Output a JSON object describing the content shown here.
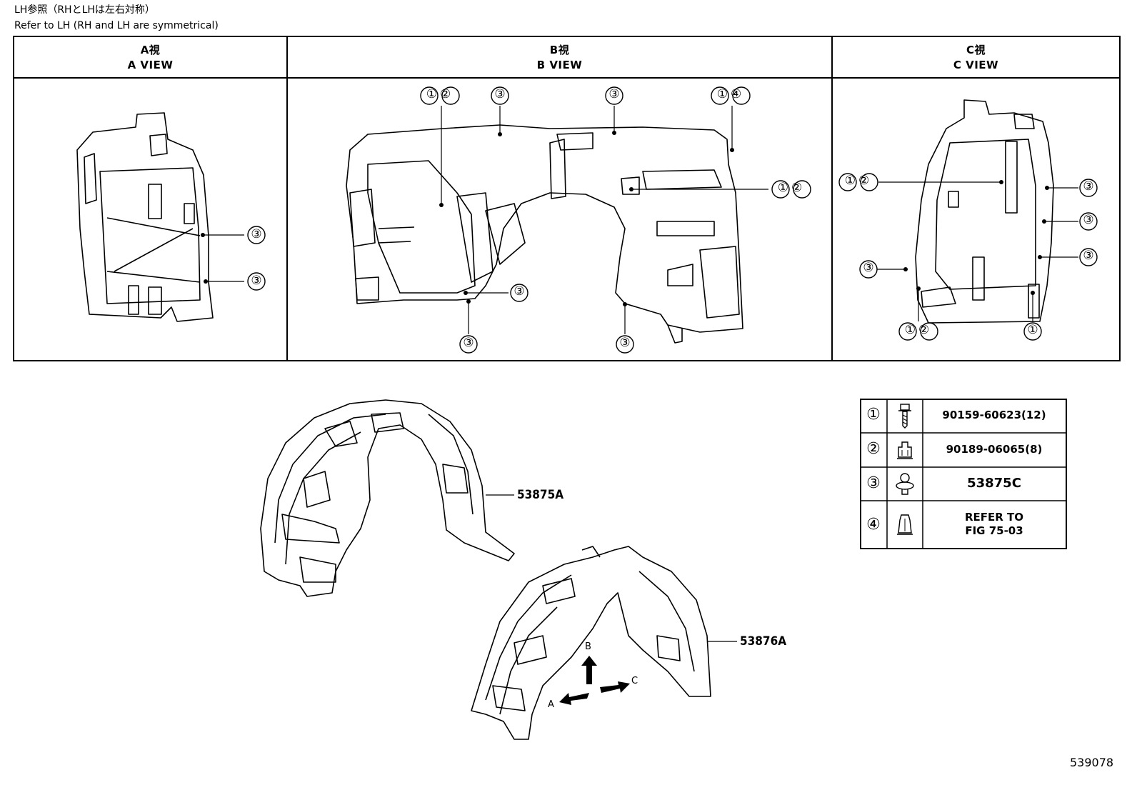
{
  "header": {
    "line1": "LH参照（RHとLHは左右対称）",
    "line2": "Refer to LH (RH and LH are symmetrical)"
  },
  "views": [
    {
      "jp": "A視",
      "en": "A VIEW"
    },
    {
      "jp": "B視",
      "en": "B VIEW"
    },
    {
      "jp": "C視",
      "en": "C VIEW"
    }
  ],
  "callouts": {
    "a": [
      "③",
      "③"
    ],
    "b": [
      "①②",
      "③",
      "③",
      "①④",
      "①②",
      "③",
      "③",
      "③"
    ],
    "c": [
      "①②",
      "③",
      "③",
      "③",
      "③",
      "①②",
      "①"
    ]
  },
  "parts": {
    "p1": "53875A",
    "p2": "53876A"
  },
  "arrows": {
    "b": "B",
    "a": "A",
    "c": "C"
  },
  "legend": [
    {
      "num": "①",
      "icon": "bolt-icon",
      "text": "90159-60623(12)"
    },
    {
      "num": "②",
      "icon": "nut-icon",
      "text": "90189-06065(8)"
    },
    {
      "num": "③",
      "icon": "clip-icon",
      "text": "53875C"
    },
    {
      "num": "④",
      "icon": "retainer-icon",
      "text": "REFER TO FIG 75-03"
    }
  ],
  "figure_id": "539078"
}
